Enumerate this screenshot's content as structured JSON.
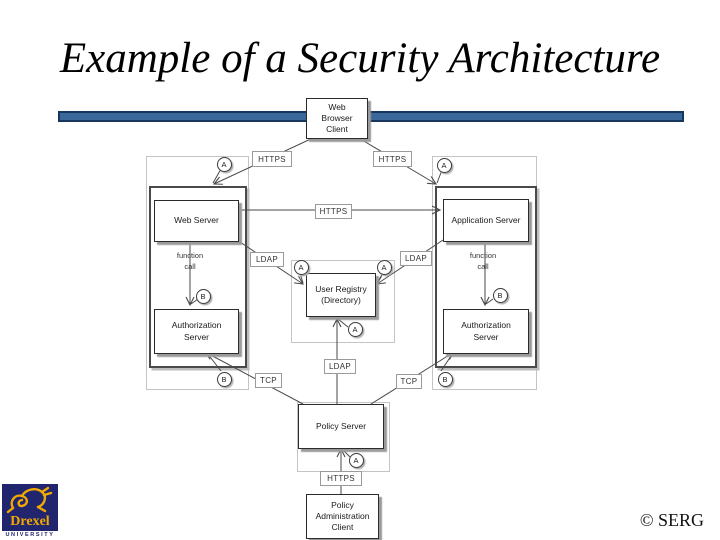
{
  "slide": {
    "title": "Example of a Security Architecture",
    "copyright": "© SERG"
  },
  "logo": {
    "wordmark": "Drexel",
    "subtext": "UNIVERSITY",
    "navy": "#20256e",
    "gold": "#f2a900"
  },
  "diagram": {
    "nodes": [
      {
        "id": "web-browser-client",
        "label": "Web\nBrowser\nClient"
      },
      {
        "id": "web-server",
        "label": "Web Server"
      },
      {
        "id": "application-server",
        "label": "Application Server"
      },
      {
        "id": "user-registry",
        "label": "User Registry\n(Directory)"
      },
      {
        "id": "authorization-server-left",
        "label": "Authorization\nServer"
      },
      {
        "id": "authorization-server-right",
        "label": "Authorization\nServer"
      },
      {
        "id": "policy-server",
        "label": "Policy Server"
      },
      {
        "id": "policy-administration-client",
        "label": "Policy\nAdministration\nClient"
      }
    ],
    "edge_labels": [
      {
        "id": "https-left",
        "text": "HTTPS"
      },
      {
        "id": "https-right",
        "text": "HTTPS"
      },
      {
        "id": "https-mid",
        "text": "HTTPS"
      },
      {
        "id": "ldap-left",
        "text": "LDAP"
      },
      {
        "id": "ldap-right",
        "text": "LDAP"
      },
      {
        "id": "ldap-bottom",
        "text": "LDAP"
      },
      {
        "id": "tcp-left",
        "text": "TCP"
      },
      {
        "id": "tcp-right",
        "text": "TCP"
      },
      {
        "id": "https-bottom",
        "text": "HTTPS"
      }
    ],
    "badges": [
      {
        "id": "A-top-left",
        "letter": "A"
      },
      {
        "id": "A-top-right",
        "letter": "A"
      },
      {
        "id": "A-registry-left",
        "letter": "A"
      },
      {
        "id": "A-registry-right",
        "letter": "A"
      },
      {
        "id": "A-registry-bottom",
        "letter": "A"
      },
      {
        "id": "A-policy",
        "letter": "A"
      },
      {
        "id": "B-left-mid",
        "letter": "B"
      },
      {
        "id": "B-right-mid",
        "letter": "B"
      },
      {
        "id": "B-left-bottom",
        "letter": "B"
      },
      {
        "id": "B-right-bottom",
        "letter": "B"
      }
    ],
    "function_call_left": "function\ncall",
    "function_call_right": "function\ncall"
  }
}
